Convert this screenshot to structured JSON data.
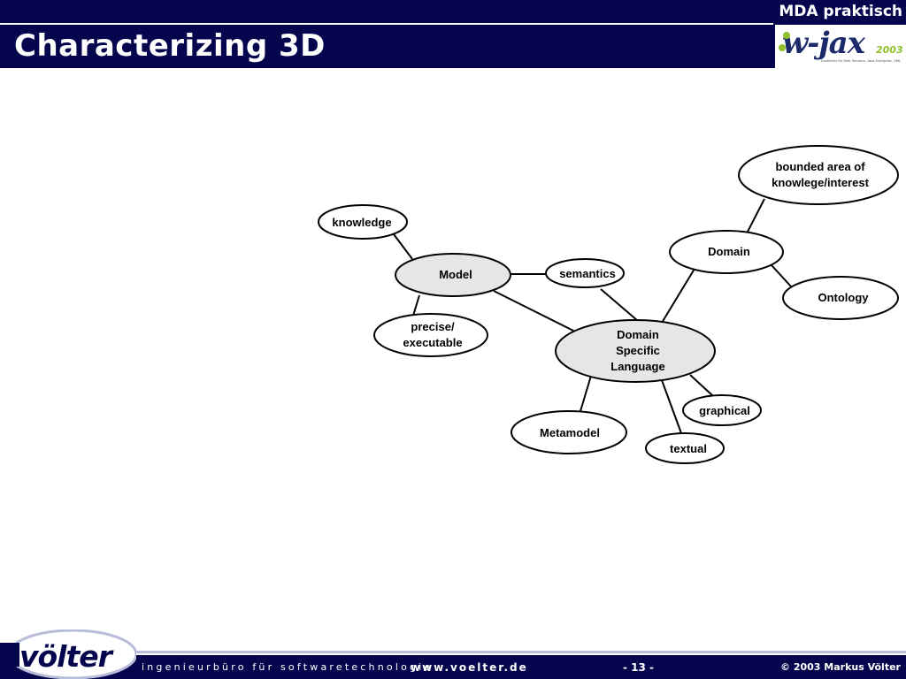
{
  "header": {
    "brand": "MDA praktisch",
    "title": "Characterizing 3D",
    "logo_text": "w-jax",
    "logo_year": "2003",
    "logo_tagline": "Konferenz für Web Services, Java Enterprise, XML"
  },
  "diagram": {
    "nodes": {
      "knowledge": "knowledge",
      "model": "Model",
      "precise_line1": "precise/",
      "precise_line2": "executable",
      "semantics": "semantics",
      "dsl_line1": "Domain",
      "dsl_line2": "Specific",
      "dsl_line3": "Language",
      "metamodel": "Metamodel",
      "domain": "Domain",
      "bounded_line1": "bounded area of",
      "bounded_line2": "knowlege/interest",
      "ontology": "Ontology",
      "graphical": "graphical",
      "textual": "textual"
    },
    "colors": {
      "highlight_fill": "#e6e6e6",
      "default_fill": "#ffffff",
      "stroke": "#000000"
    }
  },
  "footer": {
    "logo_text": "völter",
    "tagline": "ingenieurbüro für softwaretechnologie",
    "website": "www.voelter.de",
    "page": "- 13 -",
    "copyright": "© 2003 Markus Völter"
  }
}
